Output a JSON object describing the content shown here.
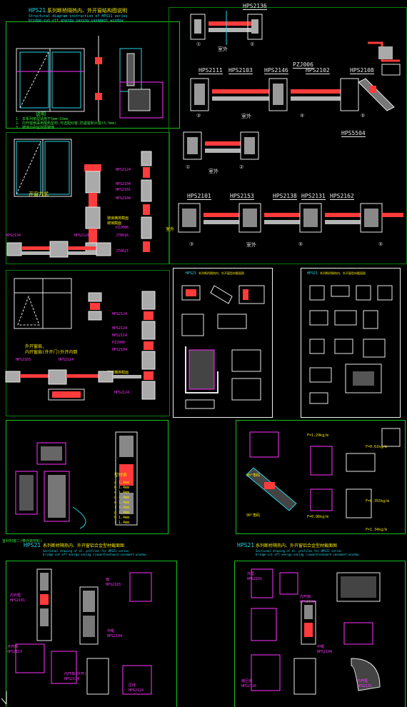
{
  "sheet1": {
    "series": "HPS21",
    "title_cn": "系列断桥隔热内、外开窗结构图说明",
    "title_en_1": "Structural diagram instruction of HPS21 series",
    "title_en_2": "bridge-cut-off energy-saving casement window",
    "notes_title": "说明",
    "notes": [
      "1. 本系列窗型适用于5mm~32mm",
      "2. 内开窗扇采用隔热型材,可选配纱窗,防盗窗和大窗(0.5mm)",
      "3. 玻璃为中空双层玻璃"
    ]
  },
  "topright": {
    "codes_row1": [
      "HPS2136"
    ],
    "codes_row2": [
      "HPS2111",
      "HPS2103",
      "HPS2146",
      "PZJ006",
      "HPS2102",
      "HPS2108"
    ],
    "codes_row3": [
      "HPS5504"
    ],
    "codes_row4": [
      "HPS2101",
      "HPS2153",
      "HPS2138",
      "HPS2131",
      "HPS2162"
    ],
    "outside": "室外",
    "nums": [
      "①",
      "②",
      "③",
      "④",
      "⑤"
    ]
  },
  "midleft": {
    "labels_a": [
      "HPS2124",
      "HPS2104",
      "HPS2101",
      "HPS2104",
      "PZJ006",
      "J70016",
      "J70027"
    ],
    "labels_b": [
      "HPS2134",
      "HPS2124"
    ],
    "glass_label": "玻璃横排截面",
    "glass_sub": "玻璃截面",
    "outside": "室外",
    "labels_c": [
      "HPS2124",
      "HPS2124",
      "HPS2114",
      "PZJ006",
      "HPS2104"
    ],
    "labels_d": [
      "HPS2103",
      "HPS2124",
      "HPS2124"
    ],
    "note_1": "外开窗扇,",
    "note_2": "内开窗扇(外开门)外开内倒",
    "note_3": "开窗方式"
  },
  "sheet2": {
    "series": "HPS21",
    "title_cn": "系列断桥隔热内、外开窗型材截面图"
  },
  "sheet3": {
    "series": "HPS21",
    "title_cn": "系列断桥隔热内、外开窗型材截面图"
  },
  "bottomleft": {
    "header": "宜利利窗二(带外转材料)",
    "series": "HPS21",
    "title_cn": "系列断桥隔热内、外开窗铝合金型材截面图",
    "title_en_1": "Sectional drawing of al. profiles for HPS21 series",
    "title_en_2": "bridge-cut-off energy-saving (inward)outward casement window",
    "labels": [
      "内外框",
      "HPS2101",
      "扇",
      "HPS2103",
      "中梃",
      "HPS2104",
      "外开扇",
      "HPS2113",
      "内开扇(外开)",
      "HPS2114",
      "压线",
      "HPS2124"
    ]
  },
  "bottomright": {
    "series": "HPS21",
    "title_cn": "系列断桥隔热内、外开窗铝合金型材截面图",
    "title_en_1": "Sectional drawing of al. profiles for HPS21 series",
    "title_en_2": "bridge-cut-off energy-saving (inward)outward casement window",
    "labels": [
      "外框",
      "HPS2101",
      "内开扇",
      "HPS2102",
      "中梃",
      "HPS2104",
      "扇压线",
      "HPS2116",
      "内开框",
      "HPS2131"
    ]
  },
  "midbottom": {
    "angle_1": "90°角码",
    "angle_2": "90°角码",
    "weights": [
      "F=0.61kg/m",
      "F=1.29kg/m",
      "F=0.355kg/m",
      "F=1.34kg/m",
      "F=0.96kg/m"
    ],
    "table_title": "型材表",
    "table_rows": [
      "a 1.4mm",
      "b 1.4mm",
      "c 1.4mm",
      "d 1.4mm",
      "e 1.4mm",
      "f 1.4mm",
      "g 1.4mm",
      "h 1.4mm",
      "i 1.4mm"
    ]
  },
  "colors": {
    "frame": "#17c21b",
    "accent": "#ff33ff",
    "yellow": "#f3e600",
    "cyan": "#23d8e8",
    "red": "#ff3b3b"
  }
}
